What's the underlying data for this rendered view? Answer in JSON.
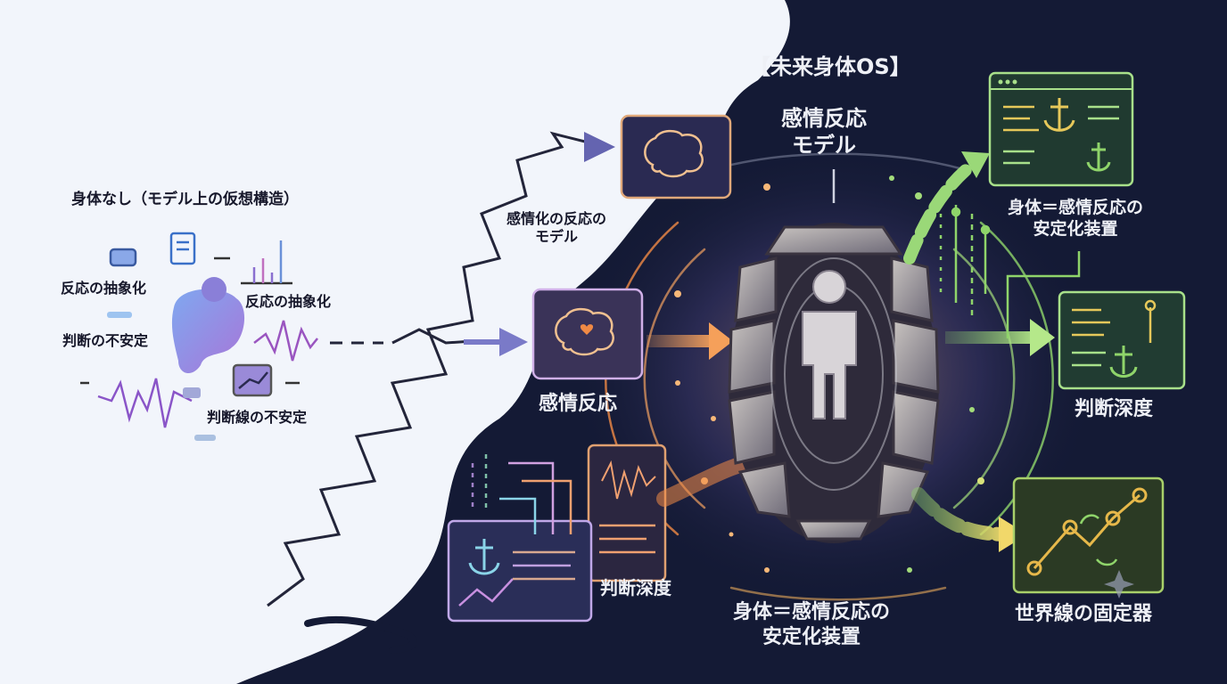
{
  "title": "【未来身体OS】",
  "left_section": {
    "heading": "身体なし（モデル上の仮想構造）",
    "label_abstraction_1": "反応の抽象化",
    "label_abstraction_2": "反応の抽象化",
    "label_judgment_unstable": "判断の不安定",
    "label_worldline_unstable": "判断線の不安定"
  },
  "middle_section": {
    "label_emotion_model": "感情化の反応の\nモデル",
    "label_emotion_reaction": "感情反応",
    "label_judgment_depth": "判断深度"
  },
  "center_section": {
    "label_top": "感情反応\nモデル",
    "label_bottom": "身体＝感情反応の\n安定化装置"
  },
  "right_section": {
    "label_stabilizer": "身体＝感情反応の\n安定化装置",
    "label_judgment_depth": "判断深度",
    "label_worldline_fixer": "世界線の固定器"
  },
  "colors": {
    "dark_bg": "#141a35",
    "light_bg": "#f2f5fb",
    "orange": "#f08a45",
    "green": "#8fd46a",
    "purple": "#9a7fd6",
    "yellow": "#e6c85a"
  }
}
